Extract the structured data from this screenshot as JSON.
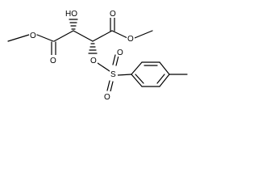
{
  "molecule": {
    "atoms": {
      "hydroxyl": "HO",
      "carbonyl_o_left": "O",
      "ester_o_left": "O",
      "ester_o_right": "O",
      "carbonyl_o_right": "O",
      "tosylate_o_bridge": "O",
      "sulfur": "S",
      "sulfonyl_o_top": "O",
      "sulfonyl_o_bottom": "O"
    }
  }
}
